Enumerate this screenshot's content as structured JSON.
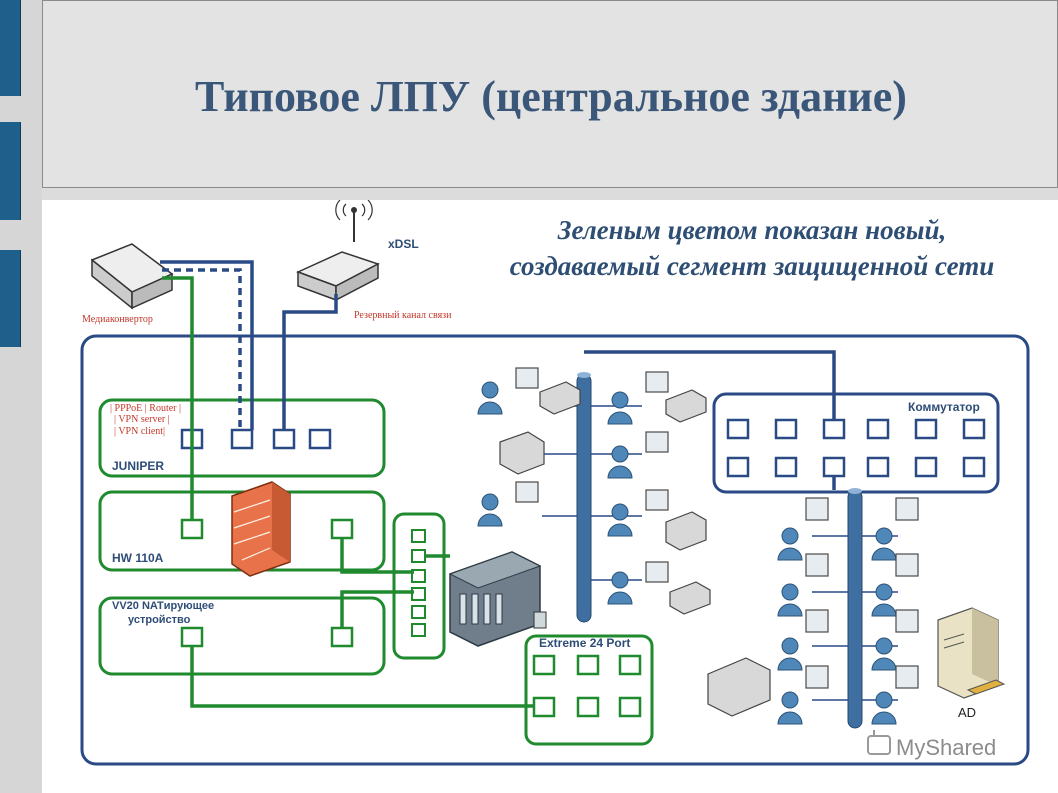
{
  "title": "Типовое ЛПУ (центральное здание)",
  "note_line1": "Зеленым цветом показан новый,",
  "note_line2": "создаваемый сегмент защищенной сети",
  "devices": {
    "media_converter": "Медиаконвертор",
    "xdsl": "xDSL",
    "backup_channel": "Резервный канал связи",
    "juniper": "JUNIPER",
    "juniper_features": [
      "| PPPoE | Router |",
      "| VPN server |",
      "| VPN client|"
    ],
    "hw110a": "HW 110A",
    "vv20_line1": "VV20 NATирующее",
    "vv20_line2": "устройство",
    "extreme": "Extreme 24 Port",
    "switch": "Коммутатор",
    "ad": "AD"
  },
  "watermark": "MyShared",
  "colors": {
    "green": "#1f8a2e",
    "blue": "#2a4a86",
    "title": "#3a5779"
  }
}
